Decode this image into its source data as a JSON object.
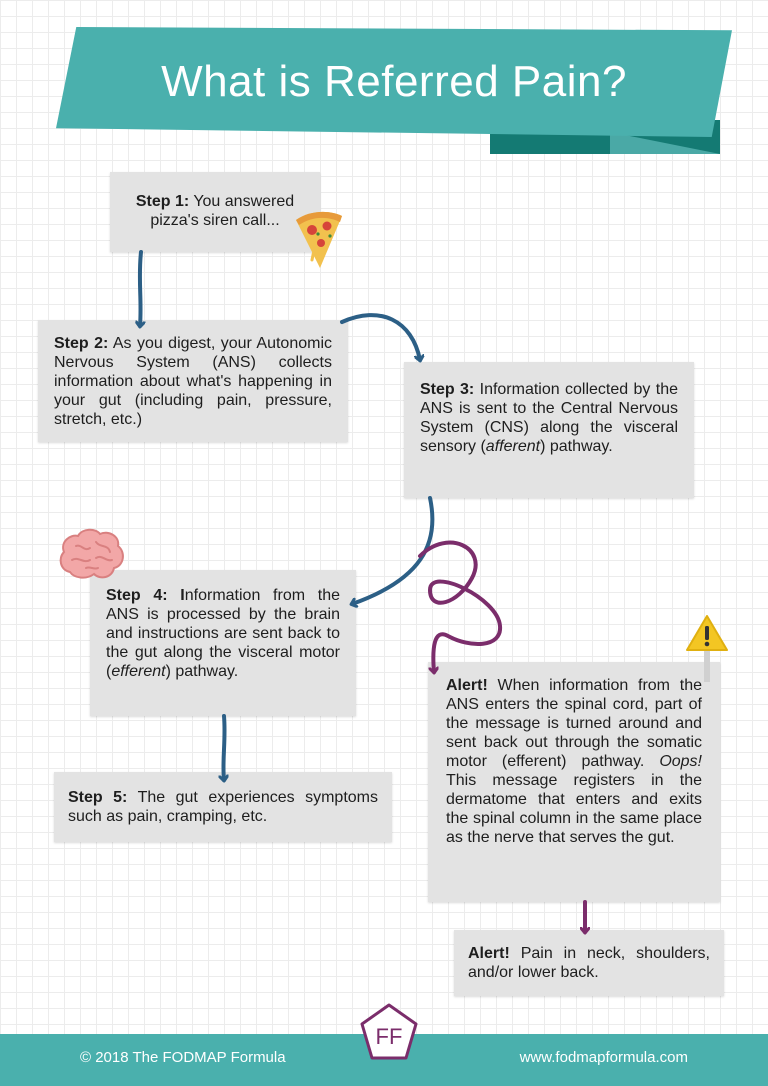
{
  "header": {
    "title": "What is Referred Pain?"
  },
  "steps": {
    "step1": {
      "label": "Step 1:",
      "text": " You answered pizza's siren call..."
    },
    "step2": {
      "label": "Step 2:",
      "text": " As you digest, your Autonomic Nervous System (ANS) collects information about what's happening in your gut (including pain, pressure, stretch, etc.)"
    },
    "step3": {
      "label": "Step 3:",
      "text_a": " Information collected by the ANS is sent to the Central Nervous System (CNS) along the visceral sensory (",
      "em": "afferent",
      "text_b": ") pathway."
    },
    "step4": {
      "label": "Step 4: I",
      "text_a": "nformation from the ANS is processed by the brain and instructions are sent back to the gut along the visceral motor (",
      "em": "efferent",
      "text_b": ") pathway."
    },
    "step5": {
      "label": "Step 5:",
      "text": " The gut experiences symptoms such as pain, cramping, etc."
    }
  },
  "alerts": {
    "alert1": {
      "label": "Alert!",
      "text_a": " When information from the ANS enters the spinal cord, part of the message is turned around and sent back out through the somatic motor (efferent) pathway. ",
      "em": "Oops!",
      "text_b": " This message registers in the dermatome that enters and exits the spinal column in the same place as the nerve that serves the gut."
    },
    "alert2": {
      "label": "Alert!",
      "text": " Pain in neck, shoulders, and/or lower back."
    }
  },
  "footer": {
    "copyright": "© 2018 The FODMAP Formula",
    "website": "www.fodmapformula.com"
  },
  "logo": {
    "text": "FF"
  },
  "colors": {
    "teal": "#4ab0ad",
    "dark_teal": "#147a73",
    "blue_arrow": "#2c5f86",
    "purple_arrow": "#7b2d6b",
    "box_gray": "#e3e3e3"
  },
  "icons": [
    "pizza-icon",
    "brain-icon",
    "warning-icon",
    "arrow-icon",
    "squiggle-arrow-icon"
  ]
}
